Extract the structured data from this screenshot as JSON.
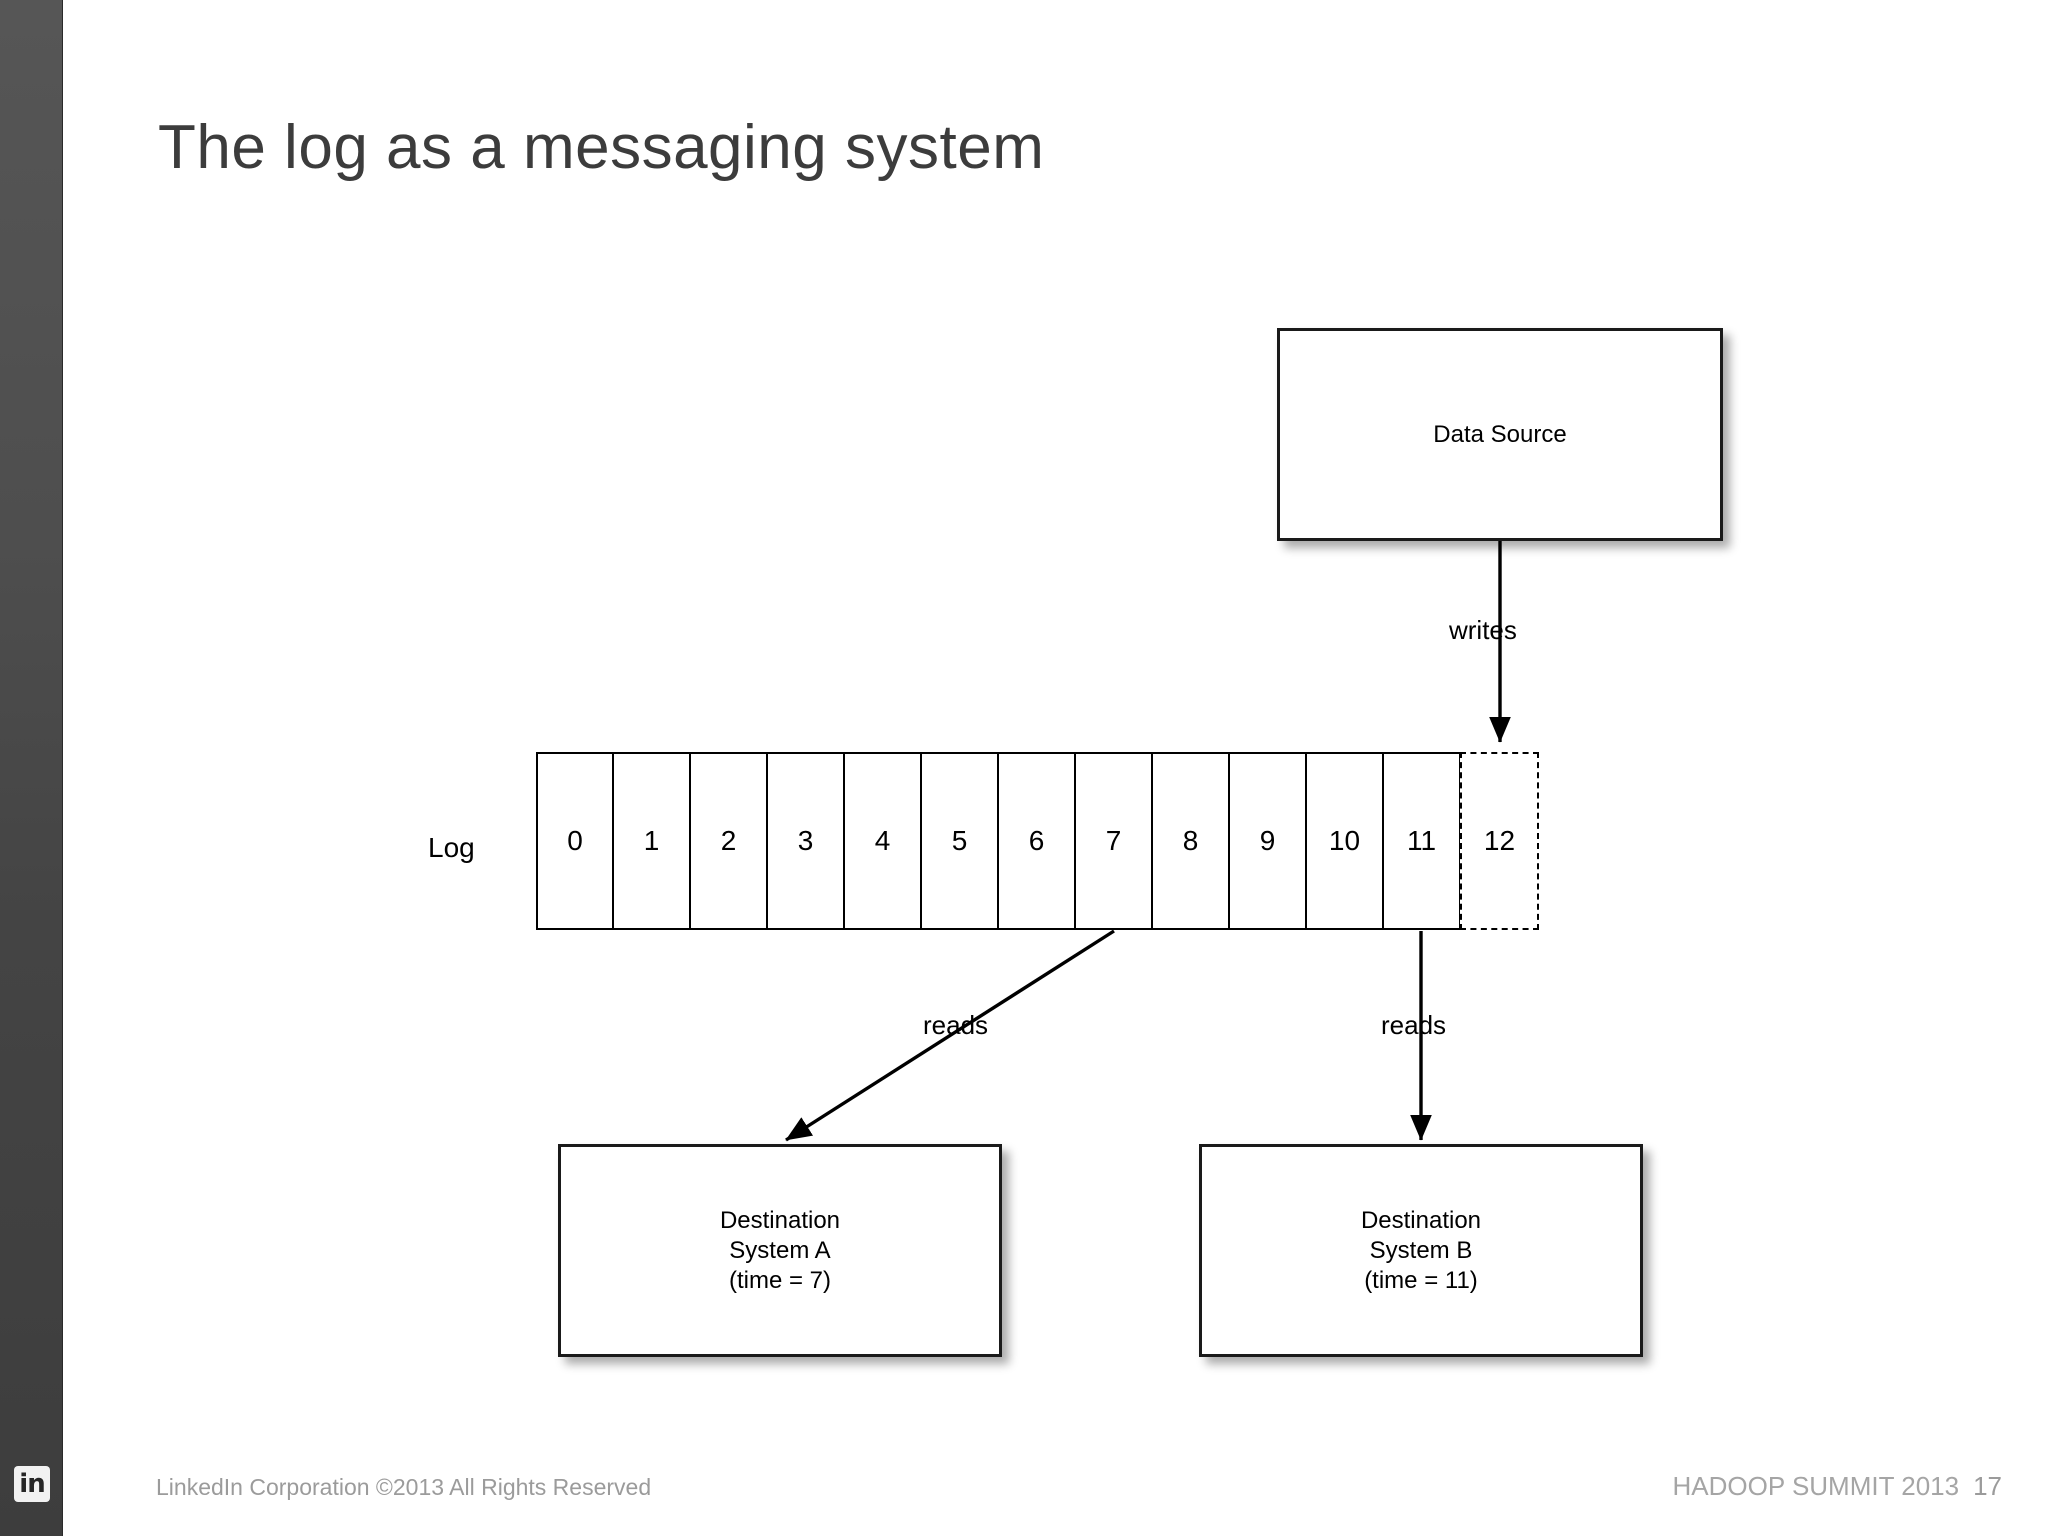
{
  "slide": {
    "title": "The log as a messaging system",
    "page_number": "17"
  },
  "sidebar": {
    "logo_text": "in",
    "logo_name": "linkedin-logo"
  },
  "diagram": {
    "log_label": "Log",
    "log_cells": [
      "0",
      "1",
      "2",
      "3",
      "4",
      "5",
      "6",
      "7",
      "8",
      "9",
      "10",
      "11"
    ],
    "log_future_cell": "12",
    "data_source": {
      "label": "Data Source"
    },
    "destination_a": {
      "label": "Destination\nSystem A\n(time = 7)"
    },
    "destination_b": {
      "label": "Destination\nSystem B\n(time = 11)"
    },
    "edges": {
      "writes": "writes",
      "reads_a": "reads",
      "reads_b": "reads"
    }
  },
  "footer": {
    "copyright": "LinkedIn Corporation ©2013 All Rights Reserved",
    "event": "HADOOP SUMMIT 2013"
  },
  "colors": {
    "sidebar": "#4a4a4a",
    "title": "#3c3c3c",
    "stroke": "#1a1a1a",
    "footer_text": "#9b9b9b",
    "slide_background": "#ffffff"
  }
}
